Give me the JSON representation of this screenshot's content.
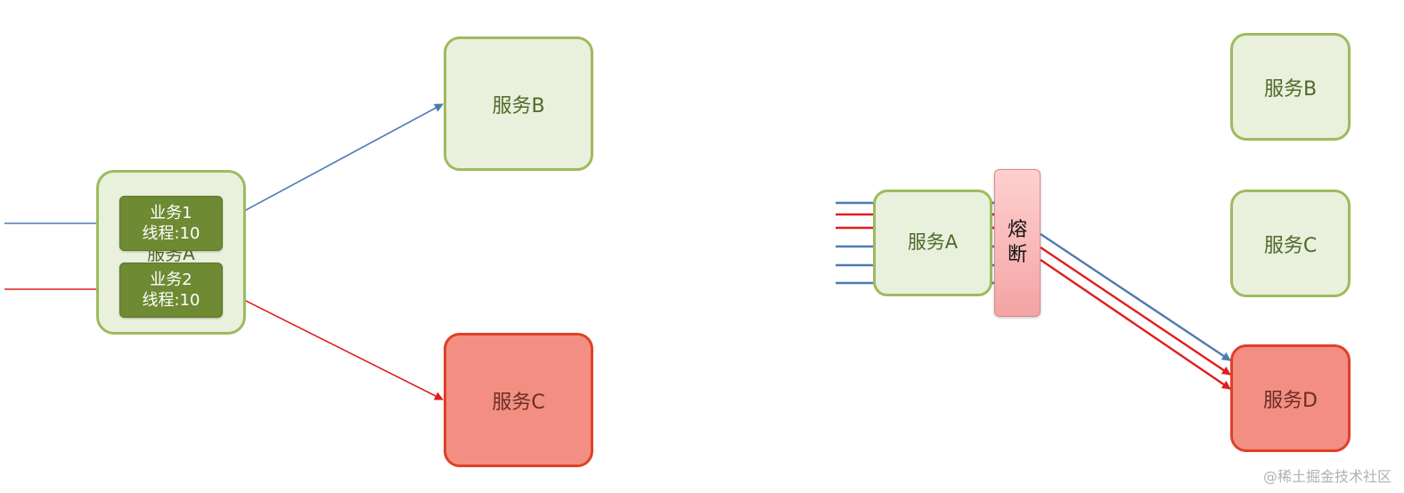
{
  "left": {
    "service_a": "服务A",
    "task1": {
      "name": "业务1",
      "threads": "线程:10"
    },
    "task2": {
      "name": "业务2",
      "threads": "线程:10"
    },
    "service_b": "服务B",
    "service_c": "服务C"
  },
  "right": {
    "service_a": "服务A",
    "breaker": [
      "熔",
      "断"
    ],
    "service_b": "服务B",
    "service_c": "服务C",
    "service_d": "服务D"
  },
  "watermark": "@稀土掘金技术社区",
  "colors": {
    "blue_arrow": "#4d7ab5",
    "red_arrow": "#e01e1e",
    "green_border": "#9dbb5e",
    "red_fill": "#f28f82"
  }
}
